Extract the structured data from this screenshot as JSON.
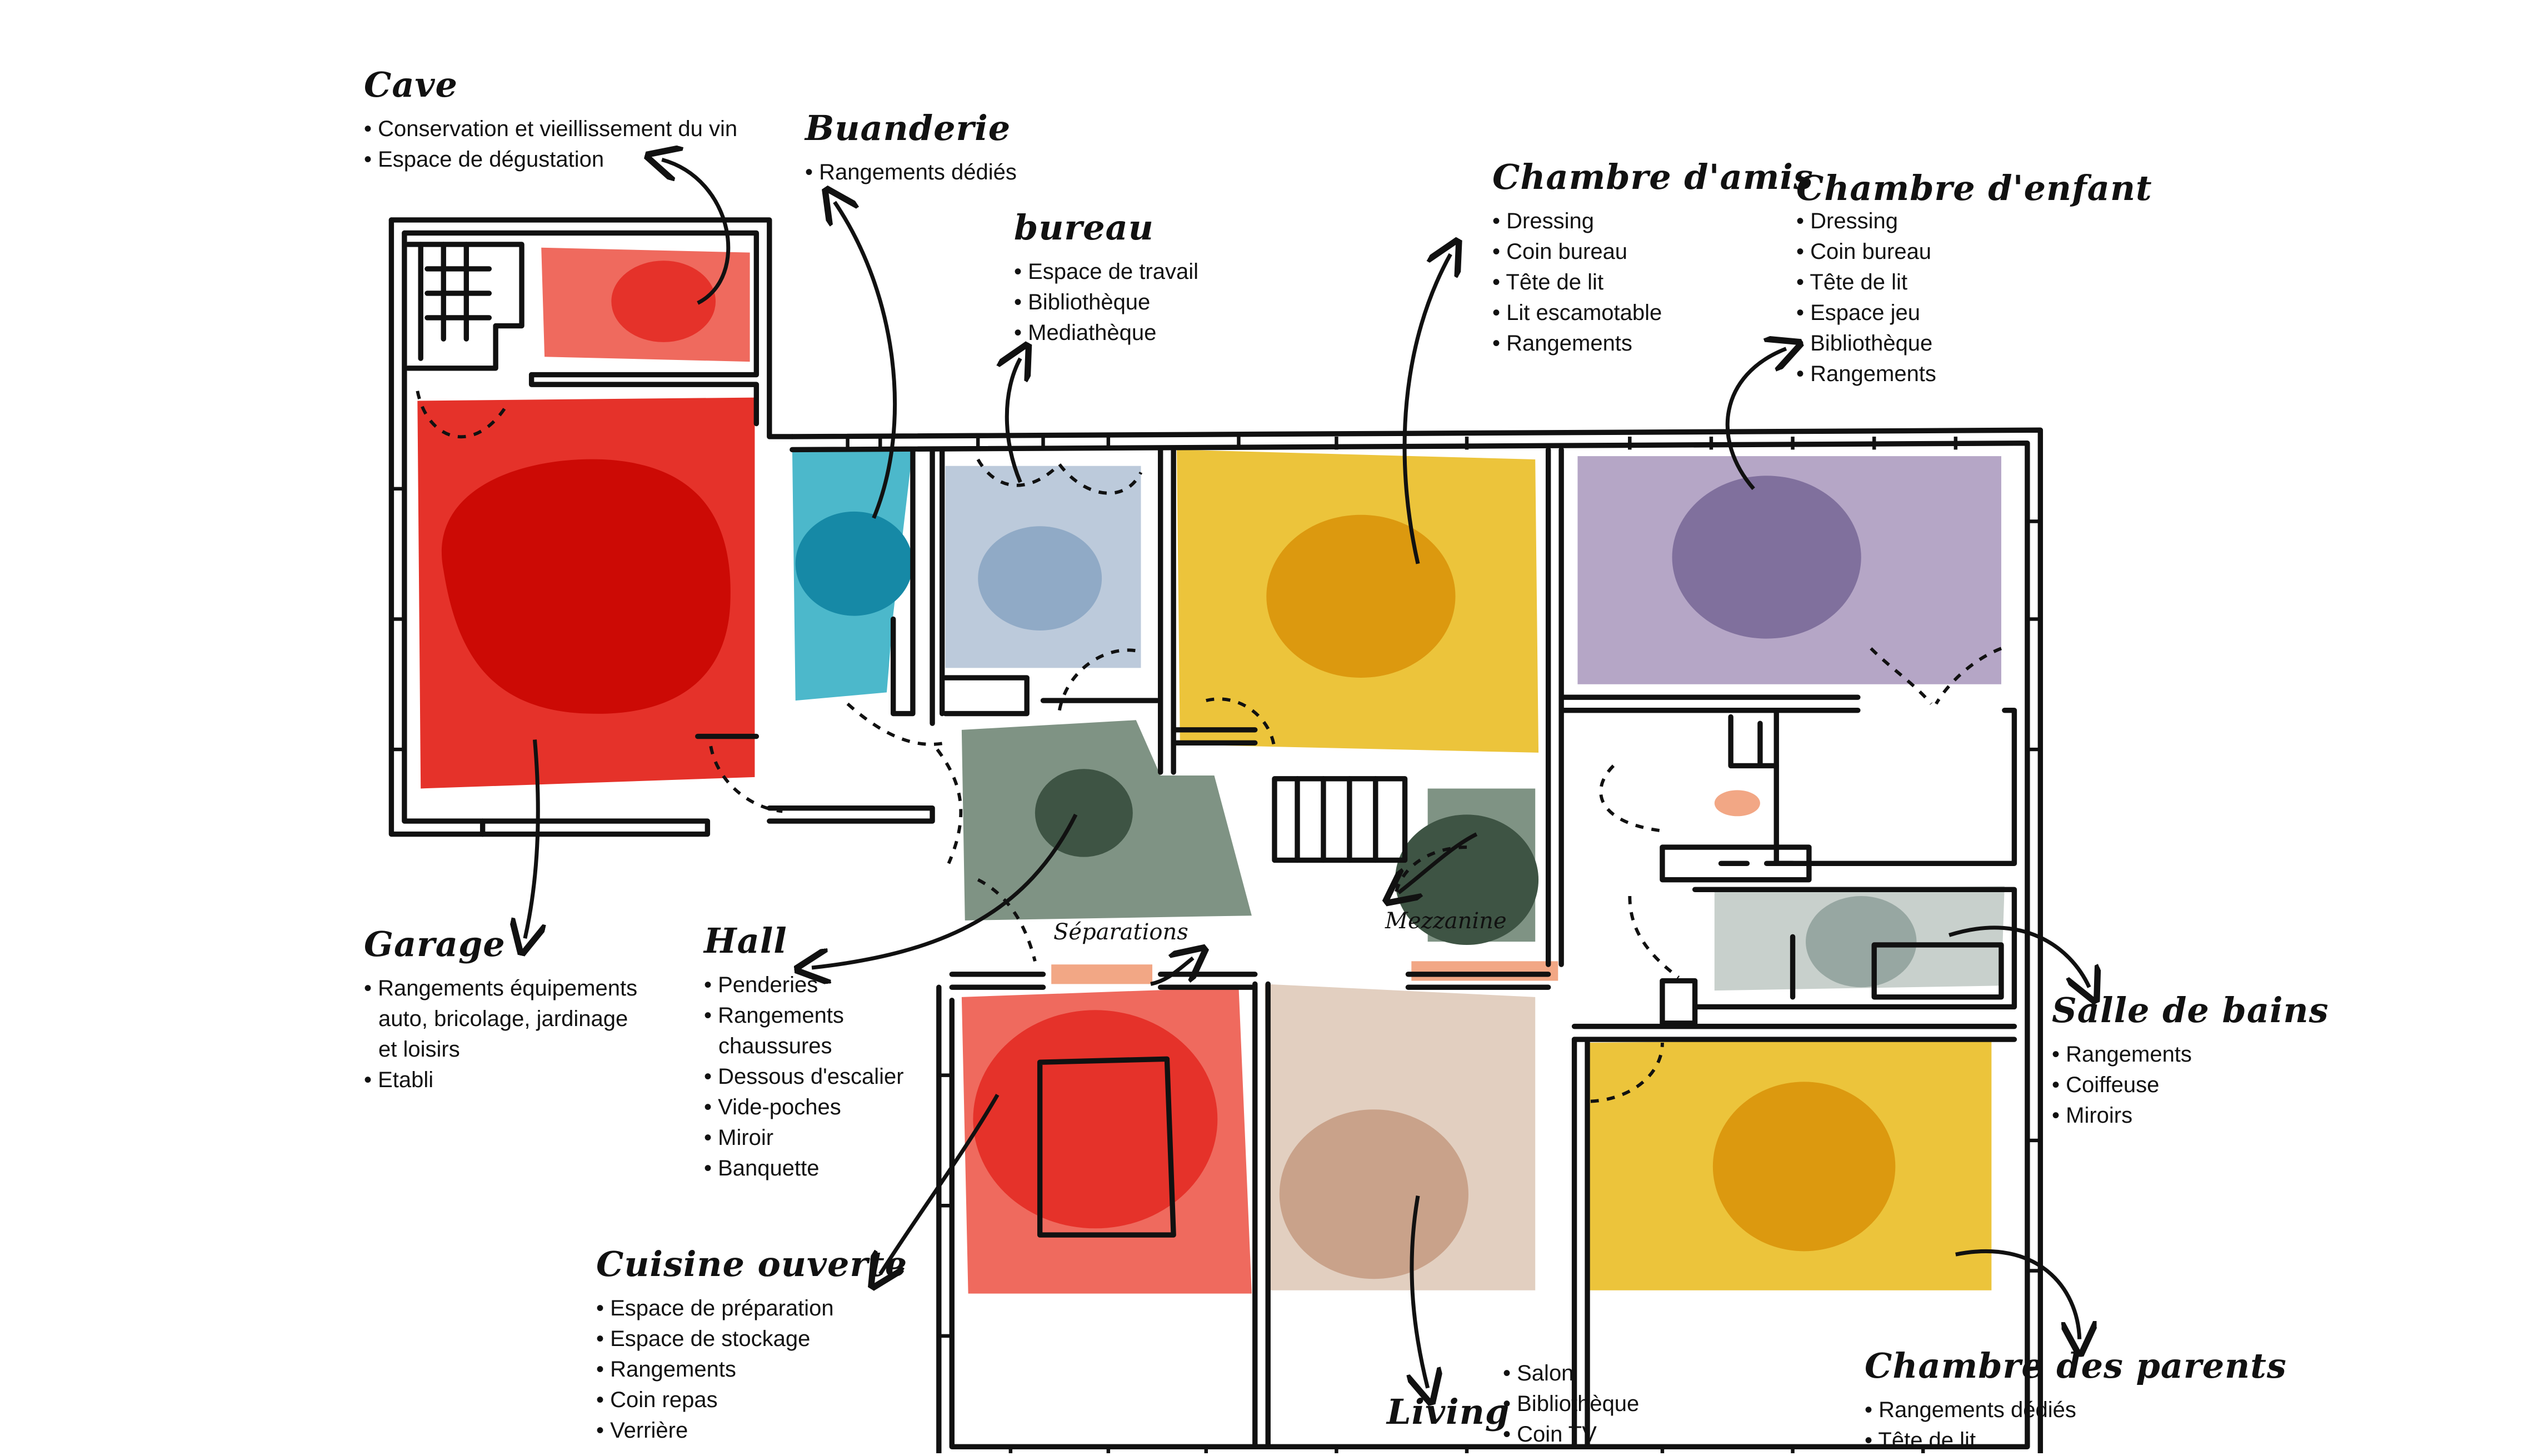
{
  "rooms": {
    "cave": {
      "title": "Cave",
      "items": [
        "Conservation et vieillissement du vin",
        "Espace de dégustation"
      ]
    },
    "buanderie": {
      "title": "Buanderie",
      "items": [
        "Rangements dédiés"
      ]
    },
    "bureau": {
      "title": "bureau",
      "items": [
        "Espace de travail",
        "Bibliothèque",
        "Mediathèque"
      ]
    },
    "chambre_amis": {
      "title": "Chambre d'amis",
      "items": [
        "Dressing",
        "Coin bureau",
        "Tête de lit",
        "Lit escamotable",
        "Rangements"
      ]
    },
    "chambre_enfant": {
      "title": "Chambre d'enfant",
      "items": [
        "Dressing",
        "Coin bureau",
        "Tête de lit",
        "Espace jeu",
        "Bibliothèque",
        "Rangements"
      ]
    },
    "garage": {
      "title": "Garage",
      "items": [
        "Rangements équipements",
        "auto, bricolage, jardinage",
        "et loisirs",
        "Etabli"
      ]
    },
    "hall": {
      "title": "Hall",
      "items": [
        "Penderies",
        "Rangements",
        "chaussures",
        "Dessous d'escalier",
        "Vide-poches",
        "Miroir",
        "Banquette"
      ]
    },
    "cuisine": {
      "title": "Cuisine ouverte",
      "items": [
        "Espace de préparation",
        "Espace de stockage",
        "Rangements",
        "Coin repas",
        "Verrière"
      ]
    },
    "living": {
      "title": "Living",
      "items": [
        "Salon",
        "Bibliothèque",
        "Coin TV"
      ]
    },
    "salle_bains": {
      "title": "Salle de bains",
      "items": [
        "Rangements",
        "Coiffeuse",
        "Miroirs"
      ]
    },
    "chambre_parents": {
      "title": "Chambre des parents",
      "items": [
        "Rangements dédiés",
        "Tête de lit"
      ]
    }
  },
  "annotations": {
    "separations": "Séparations",
    "mezzanine": "Mezzanine"
  },
  "colors": {
    "red_strong": "#e5322a",
    "red_core": "#cc0a05",
    "salmon": "#ef6a5e",
    "teal": "#4cb8cb",
    "teal_core": "#1689a6",
    "lightblue": "#bccadb",
    "lightblue_core": "#90aac6",
    "yellow": "#ecc43b",
    "yellow_core": "#dc990f",
    "lavender": "#b5a6c6",
    "lavender_core": "#80709d",
    "sage": "#7f9384",
    "sage_dark": "#3e5444",
    "beige": "#e2cfc0",
    "beige_core": "#c9a28a",
    "grey": "#c8d0cc",
    "grey_core": "#97a7a2",
    "peach": "#f2a785",
    "ink": "#111111"
  }
}
